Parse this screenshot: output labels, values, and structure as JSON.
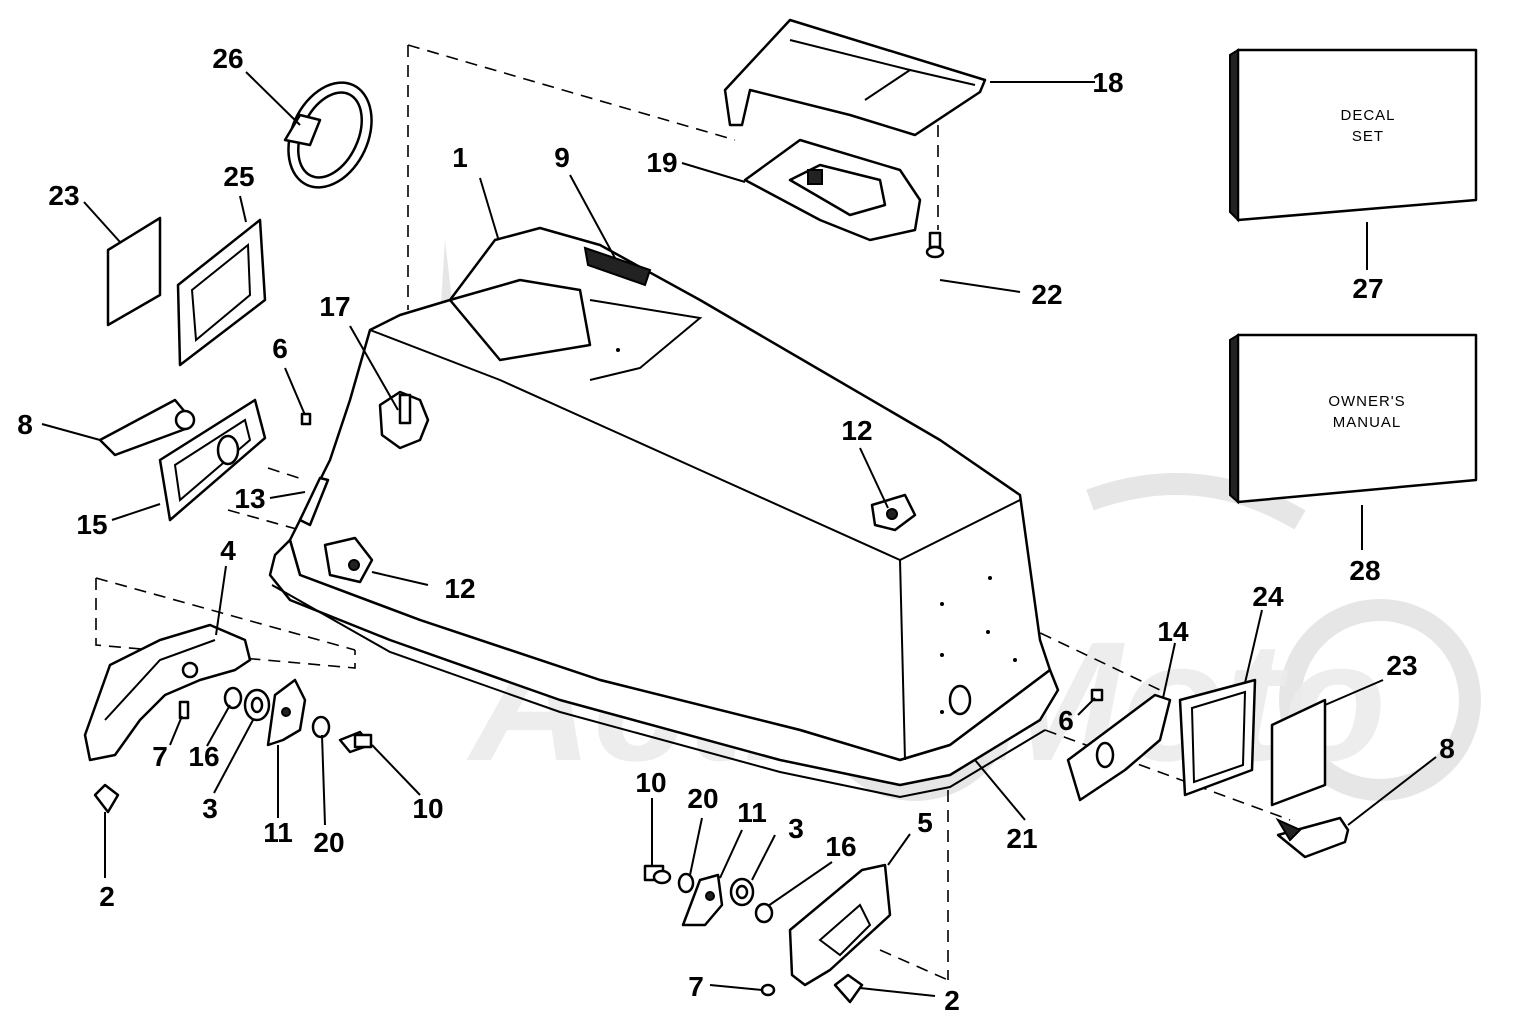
{
  "watermark": "ActiveMoto",
  "boxes": {
    "decal_set": [
      "DECAL",
      "SET"
    ],
    "owners_manual": [
      "OWNER'S",
      "MANUAL"
    ]
  },
  "callouts": {
    "c1": "1",
    "c2a": "2",
    "c2b": "2",
    "c3a": "3",
    "c3b": "3",
    "c4": "4",
    "c5": "5",
    "c6a": "6",
    "c6b": "6",
    "c7a": "7",
    "c7b": "7",
    "c8a": "8",
    "c8b": "8",
    "c9": "9",
    "c10a": "10",
    "c10b": "10",
    "c11a": "11",
    "c11b": "11",
    "c12a": "12",
    "c12b": "12",
    "c13": "13",
    "c14": "14",
    "c15": "15",
    "c16a": "16",
    "c16b": "16",
    "c17": "17",
    "c18": "18",
    "c19": "19",
    "c20a": "20",
    "c20b": "20",
    "c21": "21",
    "c22": "22",
    "c23a": "23",
    "c23b": "23",
    "c24": "24",
    "c25": "25",
    "c26": "26",
    "c27": "27",
    "c28": "28"
  }
}
